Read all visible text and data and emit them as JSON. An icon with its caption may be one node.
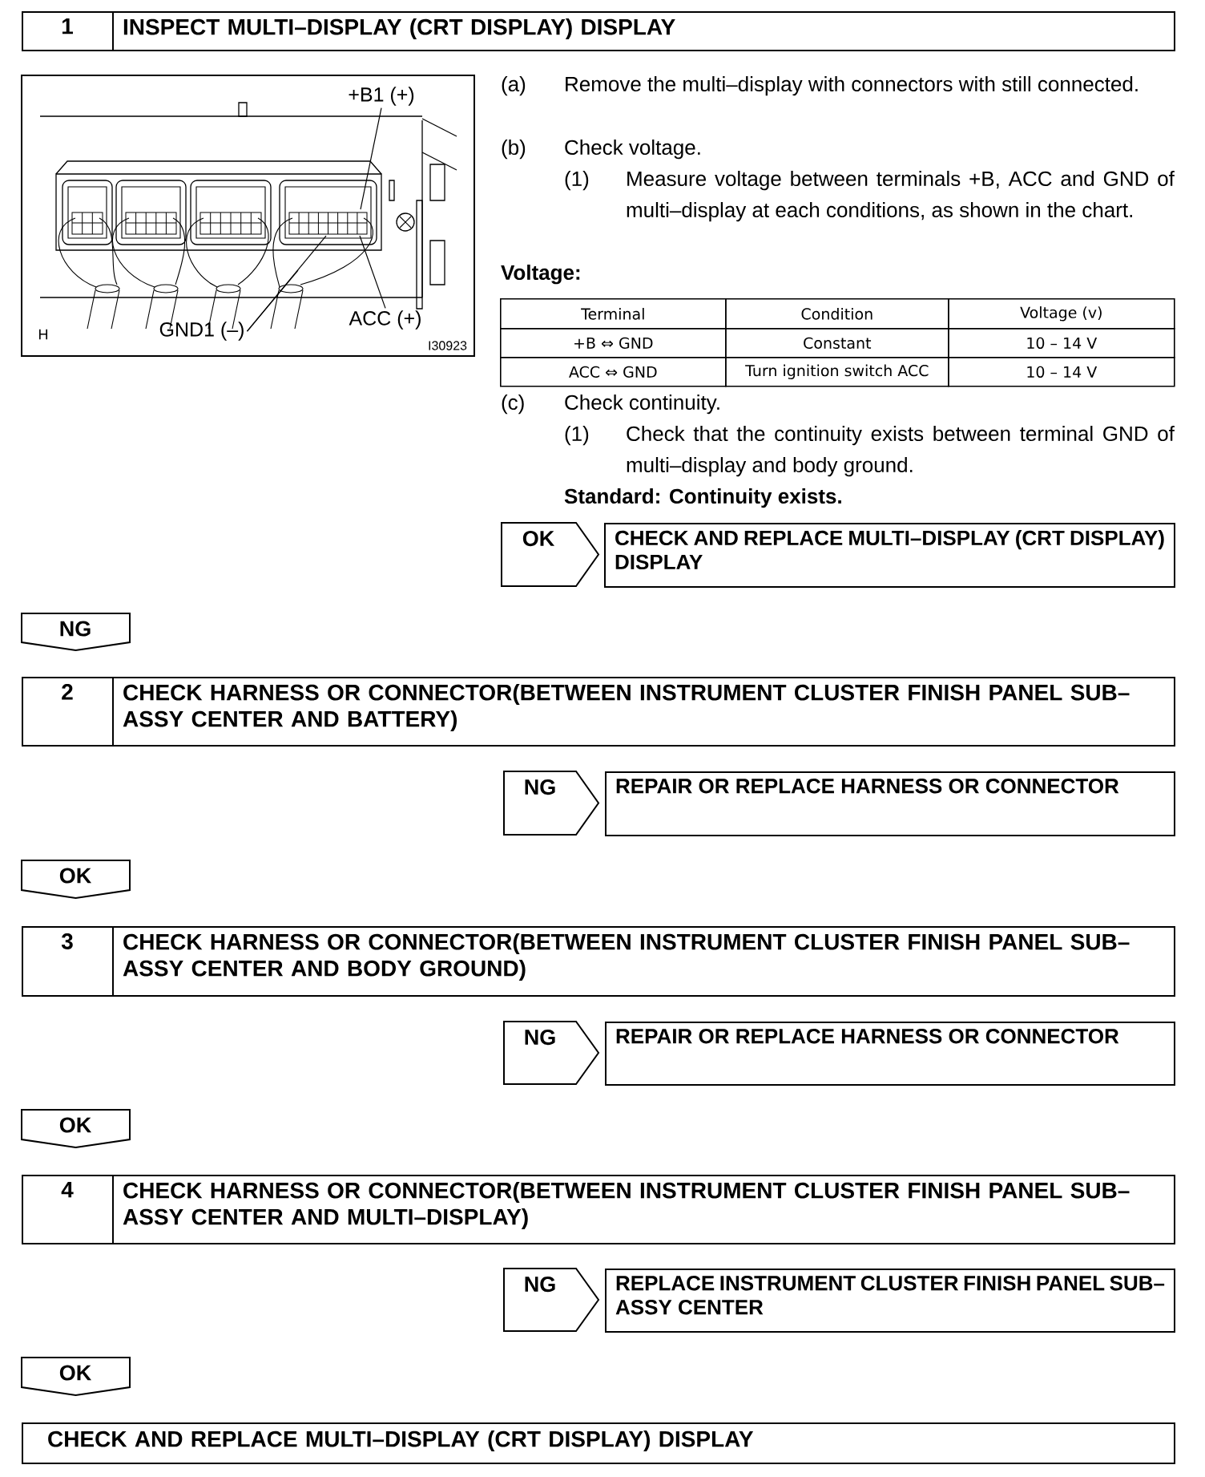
{
  "diagram": {
    "nodes": [
      {
        "text": [
          "1",
          "INSPECT MULTI–DISPLAY (CRT DISPLAY) DISPLAY"
        ]
      },
      {
        "text": [
          "+B1 (+)"
        ]
      },
      {
        "text": [
          "GND1 (–)"
        ]
      },
      {
        "text": [
          "ACC (+)"
        ]
      },
      {
        "text": [
          "OK"
        ]
      },
      {
        "text": [
          "CHECK AND REPLACE MULTI–DISPLAY (CRT DISPLAY) DISPLAY"
        ]
      },
      {
        "text": [
          "NG"
        ]
      },
      {
        "text": [
          "2",
          "CHECK HARNESS OR CONNECTOR(BETWEEN INSTRUMENT CLUSTER FINISH PANEL SUB–ASSY CENTER AND BATTERY)"
        ]
      },
      {
        "text": [
          "NG"
        ]
      },
      {
        "text": [
          "REPAIR OR REPLACE HARNESS OR CONNECTOR"
        ]
      },
      {
        "text": [
          "OK"
        ]
      },
      {
        "text": [
          "3",
          "CHECK HARNESS OR CONNECTOR(BETWEEN INSTRUMENT CLUSTER FINISH PANEL SUB–ASSY CENTER AND BODY GROUND)"
        ]
      },
      {
        "text": [
          "NG"
        ]
      },
      {
        "text": [
          "REPAIR OR REPLACE HARNESS OR CONNECTOR"
        ]
      },
      {
        "text": [
          "OK"
        ]
      },
      {
        "text": [
          "4",
          "CHECK HARNESS OR CONNECTOR(BETWEEN INSTRUMENT CLUSTER FINISH PANEL SUB–ASSY CENTER AND MULTI–DISPLAY)"
        ]
      },
      {
        "text": [
          "NG"
        ]
      },
      {
        "text": [
          "REPLACE INSTRUMENT CLUSTER FINISH PANEL SUB–ASSY CENTER"
        ]
      },
      {
        "text": [
          "OK"
        ]
      },
      {
        "text": [
          "CHECK AND REPLACE MULTI–DISPLAY (CRT DISPLAY) DISPLAY"
        ]
      }
    ],
    "edges": [
      {
        "from": 1,
        "to": null,
        "arrow": "none"
      },
      {
        "from": 2,
        "to": null,
        "arrow": "none"
      },
      {
        "from": 2,
        "to": null,
        "arrow": "none"
      },
      {
        "from": 3,
        "to": null,
        "arrow": "none"
      }
    ],
    "labels": [
      "H",
      "I30923",
      "(a)",
      "Remove the multi–display with connectors with still connected.",
      "(b)",
      "Check voltage.",
      "(1)",
      "Measure voltage between terminals +B, ACC and GND of multi–display at each conditions, as shown in the chart.",
      "Voltage:",
      "Terminal",
      "Condition",
      "Voltage (v)",
      "+B ⇔ GND",
      "Constant",
      "10 – 14 V",
      "ACC ⇔ GND",
      "Turn ignition switch ACC",
      "10 – 14 V",
      "(c)",
      "Check continuity.",
      "(1)",
      "Check that the continuity exists between terminal GND of multi–display and body ground.",
      "Standard: Continuity exists."
    ]
  }
}
